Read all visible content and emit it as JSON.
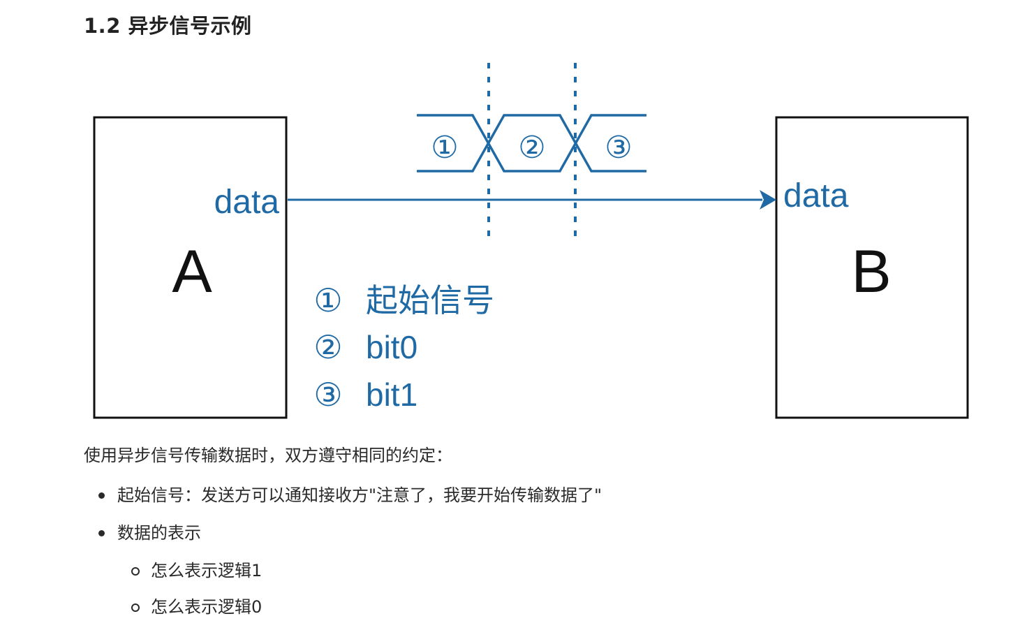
{
  "heading": "1.2 异步信号示例",
  "diagram": {
    "box_a_label": "A",
    "box_b_label": "B",
    "data_label_left": "data",
    "data_label_right": "data",
    "segment_markers": [
      "①",
      "②",
      "③"
    ],
    "legend": [
      {
        "marker": "①",
        "text": "起始信号"
      },
      {
        "marker": "②",
        "text": "bit0"
      },
      {
        "marker": "③",
        "text": "bit1"
      }
    ],
    "colors": {
      "signal": "#1f6aa5",
      "box": "#111111"
    }
  },
  "intro": "使用异步信号传输数据时，双方遵守相同的约定：",
  "bullets": [
    {
      "text": "起始信号：发送方可以通知接收方\"注意了，我要开始传输数据了\""
    },
    {
      "text": "数据的表示",
      "children": [
        "怎么表示逻辑1",
        "怎么表示逻辑0"
      ]
    }
  ]
}
